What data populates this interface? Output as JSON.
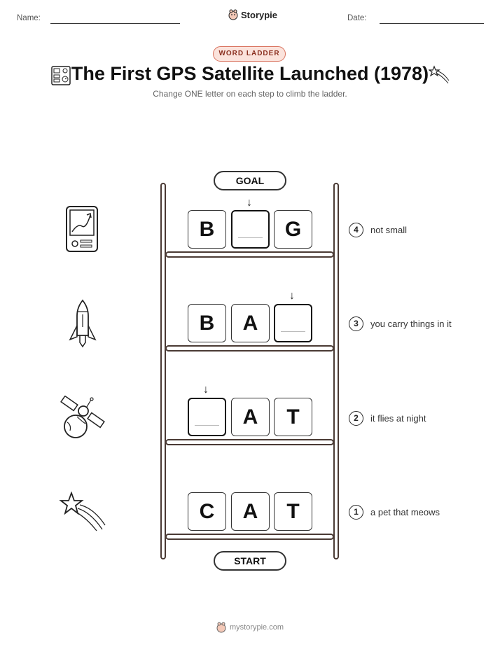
{
  "header": {
    "name_label": "Name:",
    "date_label": "Date:",
    "brand": "Storypie"
  },
  "badge": "WORD LADDER",
  "title": "The First GPS Satellite Launched (1978)",
  "subtitle": "Change ONE letter on each step to climb the ladder.",
  "goal_label": "GOAL",
  "start_label": "START",
  "rows": [
    {
      "step": "4",
      "clue": "not small",
      "letters": [
        "B",
        "",
        "G"
      ],
      "blank_index": 1,
      "icon": "gps-device-icon"
    },
    {
      "step": "3",
      "clue": "you carry things in it",
      "letters": [
        "B",
        "A",
        ""
      ],
      "blank_index": 2,
      "icon": "rocket-icon"
    },
    {
      "step": "2",
      "clue": "it flies at night",
      "letters": [
        "",
        "A",
        "T"
      ],
      "blank_index": 0,
      "icon": "satellite-icon"
    },
    {
      "step": "1",
      "clue": "a pet that meows",
      "letters": [
        "C",
        "A",
        "T"
      ],
      "blank_index": null,
      "icon": "shooting-star-icon"
    }
  ],
  "footer": "mystorypie.com",
  "colors": {
    "rail": "#4a3a34",
    "badge_bg": "#fbe3dc",
    "badge_border": "#d9735f",
    "badge_text": "#8a2f1f"
  }
}
